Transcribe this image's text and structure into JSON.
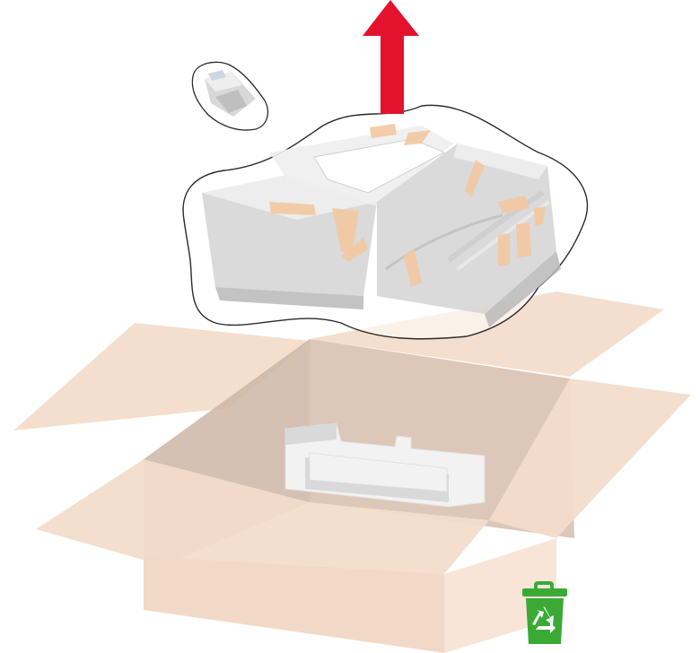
{
  "colors": {
    "background": "#ffffff",
    "box_flap": "#f3dccb",
    "box_flap_edge": "#e9c9b2",
    "box_inner": "#dcc7b9",
    "box_inner_dark": "#cdb6a6",
    "box_front": "#f2d9c7",
    "foam_insert": "#f2f2f2",
    "foam_shadow": "#d9d9d9",
    "printer_body": "#d6d6d6",
    "printer_shadow": "#b9b9b9",
    "printer_top": "#eeeeee",
    "tape": "#f2c8a0",
    "plastic_bag_outline": "#2b2b2b",
    "arrow_red": "#e3122d",
    "recycle_green": "#3aaa35"
  },
  "icons": {
    "lift_arrow": "up-arrow-icon",
    "recycle_bin": "recycle-bin-icon"
  },
  "scene": {
    "items": [
      "shipping-box",
      "foam-insert",
      "wrapped-printer",
      "wrapped-accessory",
      "lift-arrow",
      "recycle-bin"
    ]
  }
}
